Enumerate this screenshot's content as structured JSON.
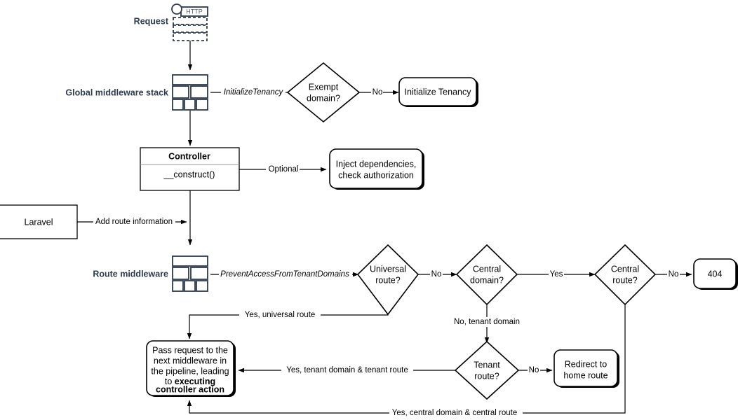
{
  "diagram": {
    "title": "Laravel multi-tenancy request lifecycle flowchart",
    "colors": {
      "icon_stroke": "#2e3b4e",
      "node_stroke": "#000000",
      "background": "#ffffff",
      "label_text": "#2e3b4e"
    },
    "row_labels": {
      "request": "Request",
      "global_middleware": "Global middleware stack",
      "route_middleware": "Route middleware"
    },
    "icons": {
      "http_label": "HTTP",
      "http_icon_name": "http-request-icon",
      "stack_icon_name": "middleware-stack-icon"
    },
    "nodes": {
      "initialize_tenancy": "Initialize Tenancy",
      "exempt_domain": "Exempt\ndomain?",
      "exempt_domain_line1": "Exempt",
      "exempt_domain_line2": "domain?",
      "controller_title": "Controller",
      "controller_method": "__construct()",
      "inject_line1": "Inject dependencies,",
      "inject_line2": "check authorization",
      "laravel": "Laravel",
      "universal_route_line1": "Universal",
      "universal_route_line2": "route?",
      "central_domain_line1": "Central",
      "central_domain_line2": "domain?",
      "central_route_line1": "Central",
      "central_route_line2": "route?",
      "not_found": "404",
      "tenant_route_line1": "Tenant",
      "tenant_route_line2": "route?",
      "redirect_line1": "Redirect to",
      "redirect_line2": "home route",
      "pass_request_line1": "Pass request to the",
      "pass_request_line2": "next middleware in",
      "pass_request_line3": "the pipeline, leading",
      "pass_request_line4_normal": "to ",
      "pass_request_line4_bold": "executing",
      "pass_request_line5_bold": "controller action"
    },
    "edges": {
      "initialize_tenancy_mw": "InitializeTenancy",
      "exempt_no": "No",
      "controller_optional": "Optional",
      "laravel_add_route": "Add route information",
      "prevent_access": "PreventAccessFromTenantDomains",
      "universal_no": "No",
      "central_domain_yes": "Yes",
      "central_route_no": "No",
      "central_domain_no_tenant": "No, tenant domain",
      "tenant_route_no": "No",
      "yes_universal_route": "Yes, universal route",
      "yes_tenant_domain_tenant_route": "Yes, tenant domain & tenant route",
      "yes_central_domain_central_route": "Yes, central domain & central route"
    }
  }
}
